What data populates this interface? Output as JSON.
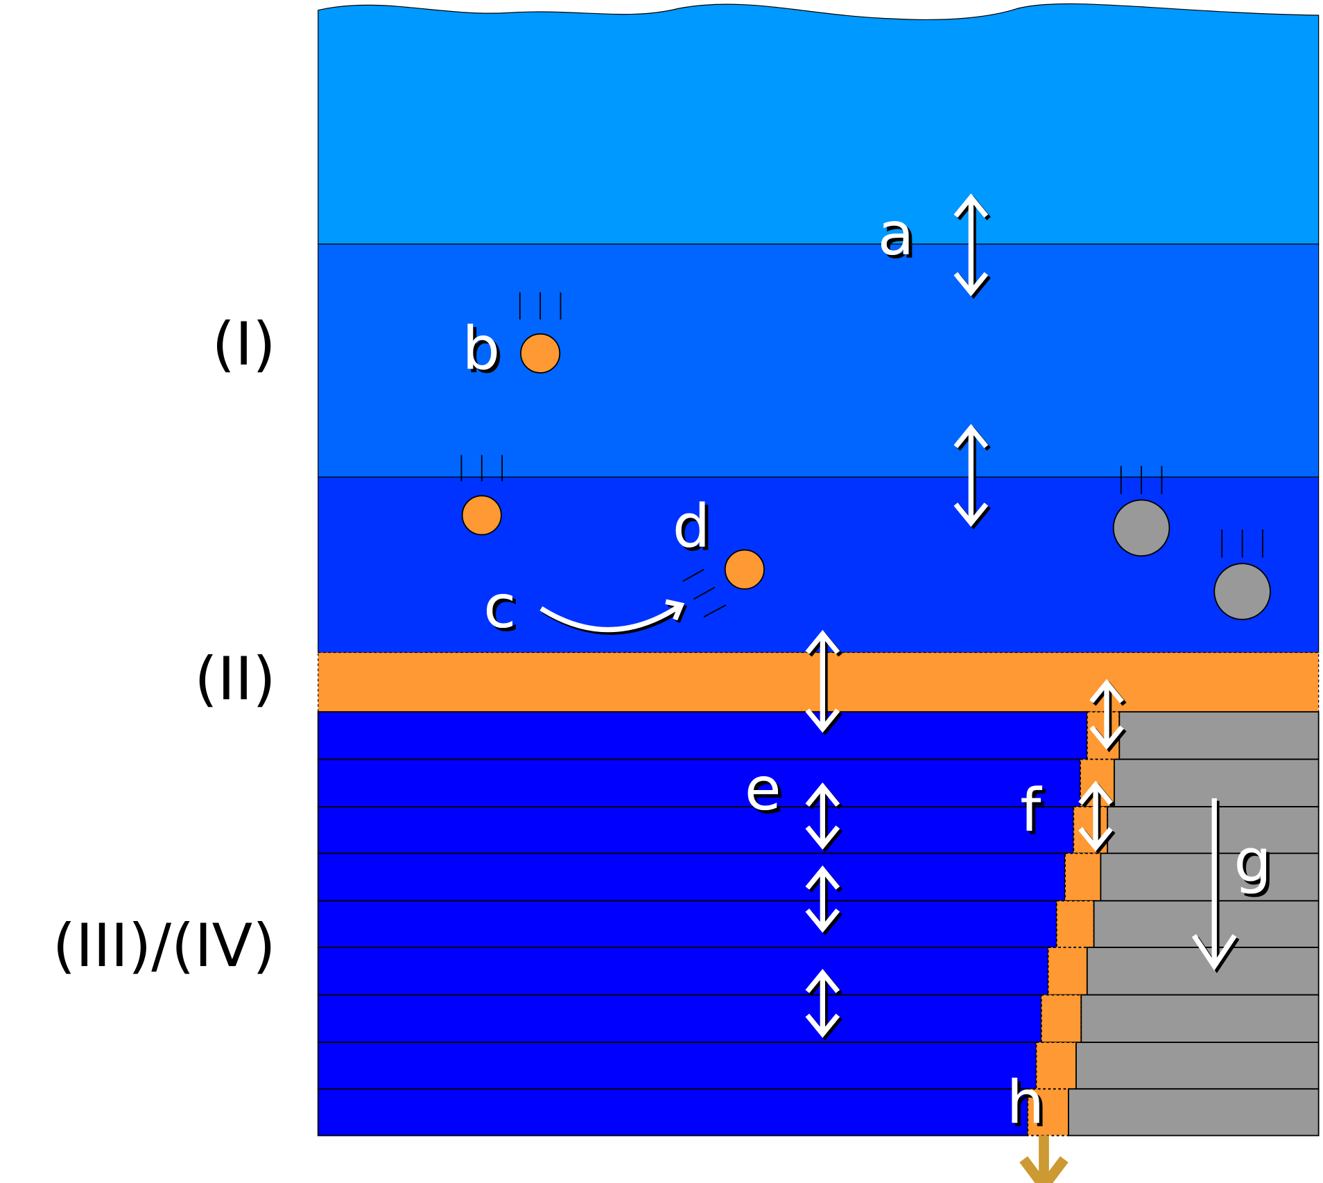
{
  "side_labels": {
    "zone1": "(I)",
    "zone2": "(II)",
    "zone34": "(III)/(IV)"
  },
  "labels": {
    "a": "a",
    "b": "b",
    "c": "c",
    "d": "d",
    "e": "e",
    "f": "f",
    "g": "g",
    "h": "h"
  },
  "colors": {
    "layer_top": "#0099ff",
    "layer_mid": "#0066ff",
    "layer_low": "#0033ff",
    "deep_layers": "#0000ff",
    "orange": "#ff9933",
    "gray": "#999999",
    "burial_arrow": "#cc9933"
  }
}
